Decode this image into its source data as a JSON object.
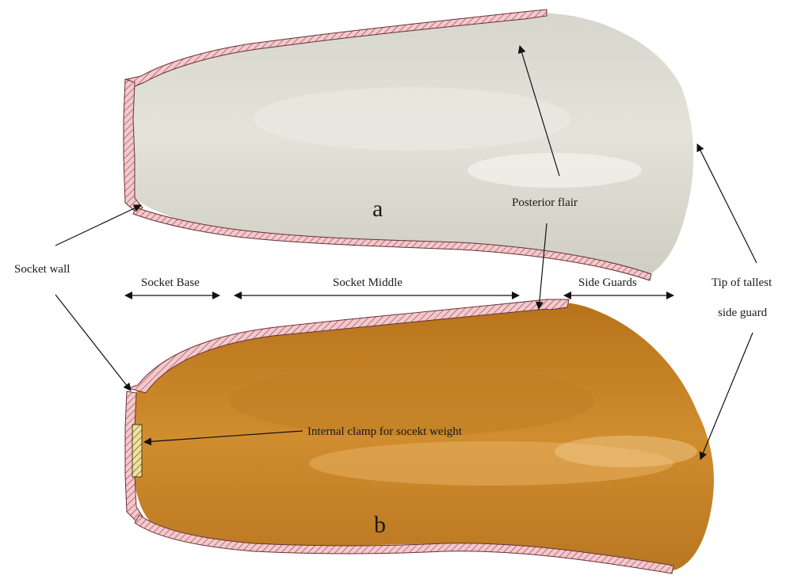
{
  "panels": {
    "a": {
      "letter": "a",
      "fill": "#d9d8cf"
    },
    "b": {
      "letter": "b",
      "fill": "#c98324"
    }
  },
  "labels": {
    "socket_wall": "Socket wall",
    "socket_base": "Socket Base",
    "socket_middle": "Socket Middle",
    "side_guards": "Side Guards",
    "posterior_flair": "Posterior flair",
    "tip_line1": "Tip of tallest",
    "tip_line2": "side guard",
    "internal_clamp": "Internal clamp for socekt weight"
  },
  "colors": {
    "wall_fill": "#f3c9cc",
    "wall_stroke": "#6b2f35",
    "clamp_fill": "#efe1a0",
    "arrow": "#111111"
  }
}
